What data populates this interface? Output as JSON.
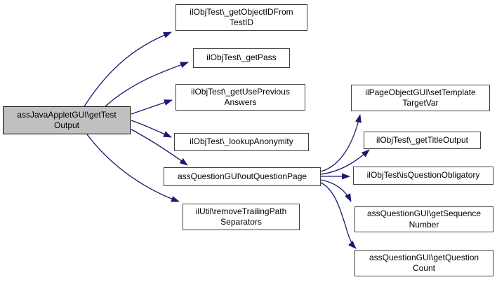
{
  "diagram": {
    "kind": "call-graph",
    "colors": {
      "background": "#ffffff",
      "node_fill": "#ffffff",
      "node_border": "#404040",
      "highlight_fill": "#c0c0c0",
      "highlight_border": "#000000",
      "edge": "#191970",
      "text": "#000000"
    },
    "nodes": [
      {
        "id": "getTestOutput",
        "label": "assJavaAppletGUI\\getTest\nOutput",
        "highlighted": true
      },
      {
        "id": "getObjectIDFromTestID",
        "label": "ilObjTest\\_getObjectIDFrom\nTestID",
        "highlighted": false
      },
      {
        "id": "getPass",
        "label": "ilObjTest\\_getPass",
        "highlighted": false
      },
      {
        "id": "getUsePreviousAnswers",
        "label": "ilObjTest\\_getUsePrevious\nAnswers",
        "highlighted": false
      },
      {
        "id": "lookupAnonymity",
        "label": "ilObjTest\\_lookupAnonymity",
        "highlighted": false
      },
      {
        "id": "outQuestionPage",
        "label": "assQuestionGUI\\outQuestionPage",
        "highlighted": false
      },
      {
        "id": "removeTrailingPathSeparators",
        "label": "ilUtil\\removeTrailingPath\nSeparators",
        "highlighted": false
      },
      {
        "id": "setTemplateTargetVar",
        "label": "ilPageObjectGUI\\setTemplate\nTargetVar",
        "highlighted": false
      },
      {
        "id": "getTitleOutput",
        "label": "ilObjTest\\_getTitleOutput",
        "highlighted": false
      },
      {
        "id": "isQuestionObligatory",
        "label": "ilObjTest\\isQuestionObligatory",
        "highlighted": false
      },
      {
        "id": "getSequenceNumber",
        "label": "assQuestionGUI\\getSequence\nNumber",
        "highlighted": false
      },
      {
        "id": "getQuestionCount",
        "label": "assQuestionGUI\\getQuestion\nCount",
        "highlighted": false
      }
    ],
    "edges": [
      {
        "from": "getTestOutput",
        "to": "getObjectIDFromTestID"
      },
      {
        "from": "getTestOutput",
        "to": "getPass"
      },
      {
        "from": "getTestOutput",
        "to": "getUsePreviousAnswers"
      },
      {
        "from": "getTestOutput",
        "to": "lookupAnonymity"
      },
      {
        "from": "getTestOutput",
        "to": "outQuestionPage"
      },
      {
        "from": "getTestOutput",
        "to": "removeTrailingPathSeparators"
      },
      {
        "from": "outQuestionPage",
        "to": "setTemplateTargetVar"
      },
      {
        "from": "outQuestionPage",
        "to": "getTitleOutput"
      },
      {
        "from": "outQuestionPage",
        "to": "isQuestionObligatory"
      },
      {
        "from": "outQuestionPage",
        "to": "getSequenceNumber"
      },
      {
        "from": "outQuestionPage",
        "to": "getQuestionCount"
      }
    ]
  }
}
